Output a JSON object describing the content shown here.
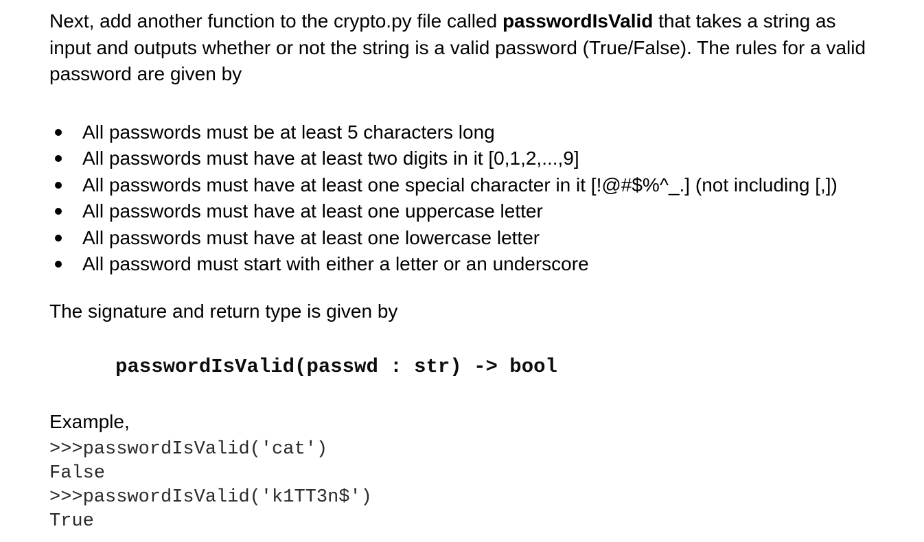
{
  "page": {
    "background": "#ffffff",
    "text_color": "#000000"
  },
  "intro": {
    "line1_pre": "Next, add another function to the crypto.py file called ",
    "line1_bold": "passwordIsValid",
    "line1_post": " that takes a string as",
    "line2": "input and outputs whether or not the string is a valid password (True/False). The rules for a valid",
    "line3": "password are given by"
  },
  "rules": {
    "items": [
      "All passwords must be at least 5 characters long",
      "All passwords must have at least two digits in it [0,1,2,...,9]",
      "All passwords must have at least one special character in it [!@#$%^_.] (not including [,])",
      "All passwords must have at least one uppercase letter",
      "All passwords must have at least one lowercase letter",
      "All password must start with either a letter or an underscore"
    ]
  },
  "signature": {
    "caption": "The signature and return type is given by",
    "code": "passwordIsValid(passwd : str) -> bool"
  },
  "example": {
    "label": "Example,",
    "lines": [
      ">>>passwordIsValid('cat')",
      "False",
      ">>>passwordIsValid('k1TT3n$')",
      "True"
    ]
  }
}
